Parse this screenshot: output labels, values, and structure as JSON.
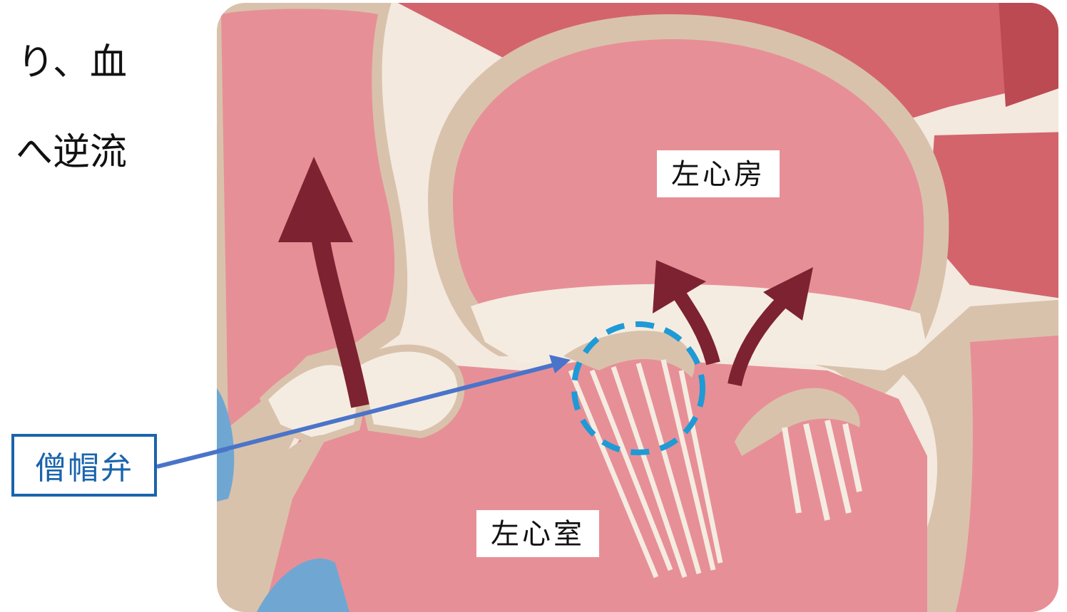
{
  "text_fragments": {
    "line1": "り、血",
    "line2": "へ逆流"
  },
  "labels": {
    "left_atrium": "左心房",
    "left_ventricle": "左心室",
    "mitral_valve": "僧帽弁"
  },
  "colors": {
    "tissue": "#e78f97",
    "tissue_dark": "#d3646c",
    "wall": "#d9c2ac",
    "chord": "#f5ece1",
    "arrow": "#7d2230",
    "vessel": "#6fa7d2",
    "highlight": "#1e9ad6",
    "callout": "#1a64ad"
  }
}
